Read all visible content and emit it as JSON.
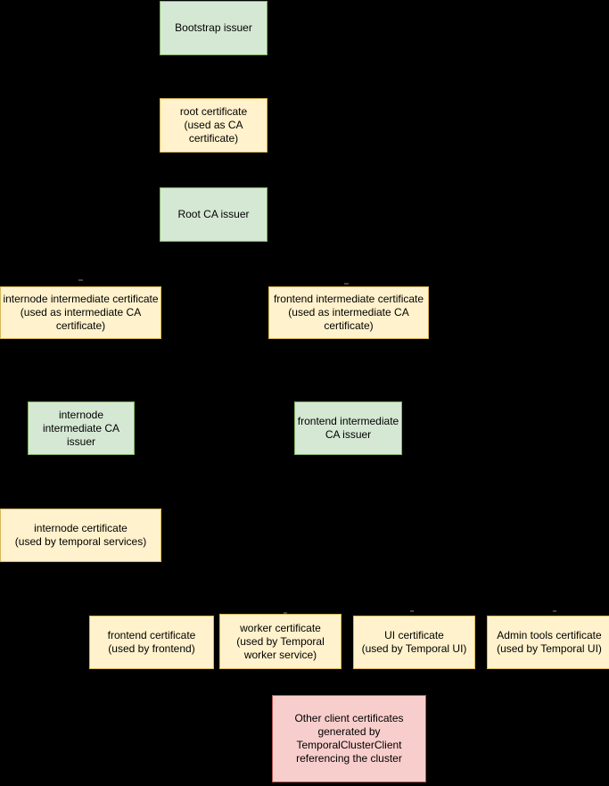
{
  "diagram": {
    "description": "Certificate issuance hierarchy diagram",
    "nodes": [
      {
        "id": "bootstrap-issuer",
        "type": "issuer",
        "label": "Bootstrap issuer"
      },
      {
        "id": "root-certificate",
        "type": "certificate",
        "label": "root certificate\n(used as CA\ncertificate)"
      },
      {
        "id": "root-ca-issuer",
        "type": "issuer",
        "label": "Root CA issuer"
      },
      {
        "id": "internode-intermediate-certificate",
        "type": "certificate",
        "label": "internode intermediate certificate\n(used as intermediate CA\ncertificate)"
      },
      {
        "id": "frontend-intermediate-certificate",
        "type": "certificate",
        "label": "frontend intermediate certificate\n(used as intermediate CA\ncertificate)"
      },
      {
        "id": "internode-intermediate-ca-issuer",
        "type": "issuer",
        "label": "internode\nintermediate CA\nissuer"
      },
      {
        "id": "frontend-intermediate-ca-issuer",
        "type": "issuer",
        "label": "frontend intermediate\nCA issuer"
      },
      {
        "id": "internode-certificate",
        "type": "certificate",
        "label": "internode certificate\n(used by temporal services)"
      },
      {
        "id": "frontend-certificate",
        "type": "certificate",
        "label": "frontend certificate\n(used by frontend)"
      },
      {
        "id": "worker-certificate",
        "type": "certificate",
        "label": "worker certificate\n(used by Temporal\nworker service)"
      },
      {
        "id": "ui-certificate",
        "type": "certificate",
        "label": "UI certificate\n(used by Temporal UI)"
      },
      {
        "id": "admin-tools-certificate",
        "type": "certificate",
        "label": "Admin tools certificate\n(used by Temporal UI)"
      },
      {
        "id": "other-client-certificates",
        "type": "client-certificate",
        "label": "Other client certificates\ngenerated by\nTemporalClusterClient\nreferencing the cluster"
      }
    ],
    "colors": {
      "background": "#000000",
      "issuer_fill": "#d5e8d4",
      "issuer_stroke": "#82b366",
      "certificate_fill": "#fff2cc",
      "certificate_stroke": "#d6b656",
      "client_certificate_fill": "#f8cecc",
      "client_certificate_stroke": "#b85450",
      "text": "#000000"
    }
  }
}
